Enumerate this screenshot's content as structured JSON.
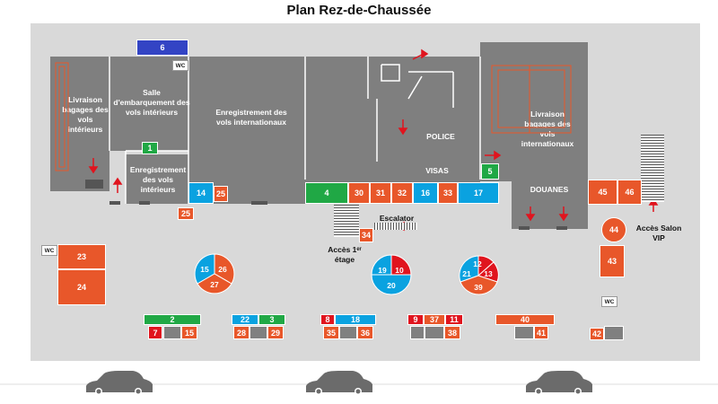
{
  "title": "Plan Rez-de-Chaussée",
  "colors": {
    "orange": "#e8572a",
    "blue": "#0aa2e0",
    "green": "#20a845",
    "red": "#e0141e",
    "navy": "#3344c4",
    "room": "#7f7f7f",
    "floor": "#d9d9d9"
  },
  "rooms": {
    "livraison_interieurs": "Livraison bagages des vols intérieurs",
    "salle_embarquement": "Salle d'embarquement des vols intérieurs",
    "enregistrement_interieurs": "Enregistrement des vols intérieurs",
    "enregistrement_internationaux": "Enregistrement des vols internationaux",
    "police": "POLICE",
    "visas": "VISAS",
    "livraison_internationaux": "Livraison bagages des vols internationaux",
    "douanes": "DOUANES"
  },
  "labels": {
    "wc": "WC",
    "escalator": "Escalator",
    "acces_etage": "Accès 1ᵉʳ étage",
    "acces_vip": "Accès Salon VIP"
  },
  "spots": {
    "s1": "1",
    "s2": "2",
    "s3": "3",
    "s4": "4",
    "s5": "5",
    "s6": "6",
    "s7": "7",
    "s8": "8",
    "s9": "9",
    "s10": "10",
    "s11": "11",
    "s12": "12",
    "s13": "13",
    "s14": "14",
    "s15": "15",
    "s16": "16",
    "s17": "17",
    "s18": "18",
    "s19": "19",
    "s20": "20",
    "s21": "21",
    "s22": "22",
    "s23": "23",
    "s24": "24",
    "s25": "25",
    "s26": "26",
    "s27": "27",
    "s28": "28",
    "s29": "29",
    "s30": "30",
    "s31": "31",
    "s32": "32",
    "s33": "33",
    "s34": "34",
    "s35": "35",
    "s36": "36",
    "s37": "37",
    "s38": "38",
    "s39": "39",
    "s40": "40",
    "s41": "41",
    "s42": "42",
    "s43": "43",
    "s44": "44",
    "s45": "45",
    "s46": "46"
  }
}
